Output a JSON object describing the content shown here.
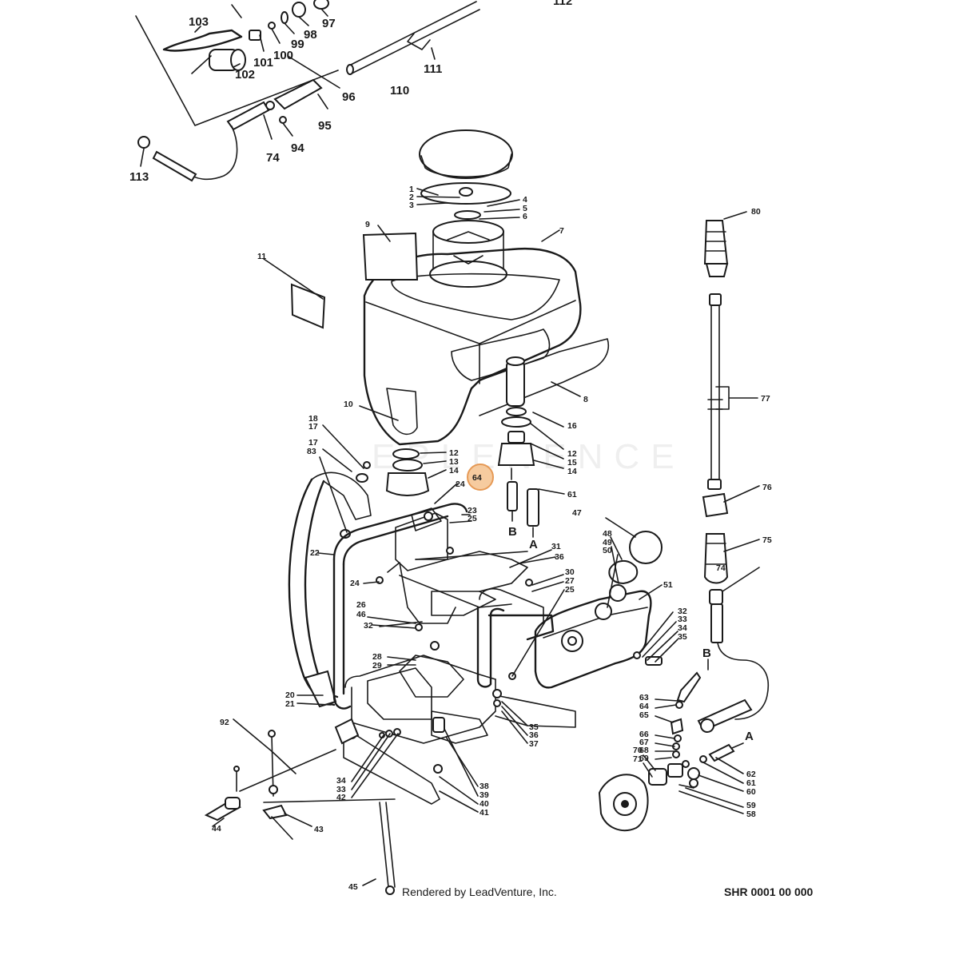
{
  "diagram": {
    "labels": [
      "103",
      "97",
      "99",
      "98",
      "100",
      "101",
      "102",
      "112",
      "111",
      "110",
      "96",
      "95",
      "94",
      "74",
      "113",
      "1",
      "2",
      "3",
      "4",
      "5",
      "6",
      "7",
      "9",
      "11",
      "80",
      "77",
      "76",
      "75",
      "8",
      "16",
      "10",
      "12",
      "13",
      "14",
      "15",
      "18",
      "17",
      "83",
      "24",
      "64",
      "61",
      "B",
      "A",
      "23",
      "25",
      "22",
      "31",
      "36",
      "30",
      "27",
      "47",
      "48",
      "49",
      "50",
      "51",
      "32",
      "33",
      "34",
      "35",
      "26",
      "46",
      "28",
      "29",
      "20",
      "21",
      "63",
      "65",
      "66",
      "67",
      "68",
      "69",
      "70",
      "71",
      "62",
      "60",
      "59",
      "58",
      "92",
      "37",
      "38",
      "39",
      "40",
      "41",
      "42",
      "43",
      "44",
      "45"
    ],
    "highlight": "64",
    "watermark": "EPLENENCE"
  },
  "footer": {
    "credit": "Rendered by LeadVenture, Inc.",
    "code": "SHR 0001 00 000"
  },
  "colors": {
    "highlight_fill": "#f6c99a",
    "highlight_stroke": "#e5954e",
    "ink": "#1a1a1a"
  }
}
